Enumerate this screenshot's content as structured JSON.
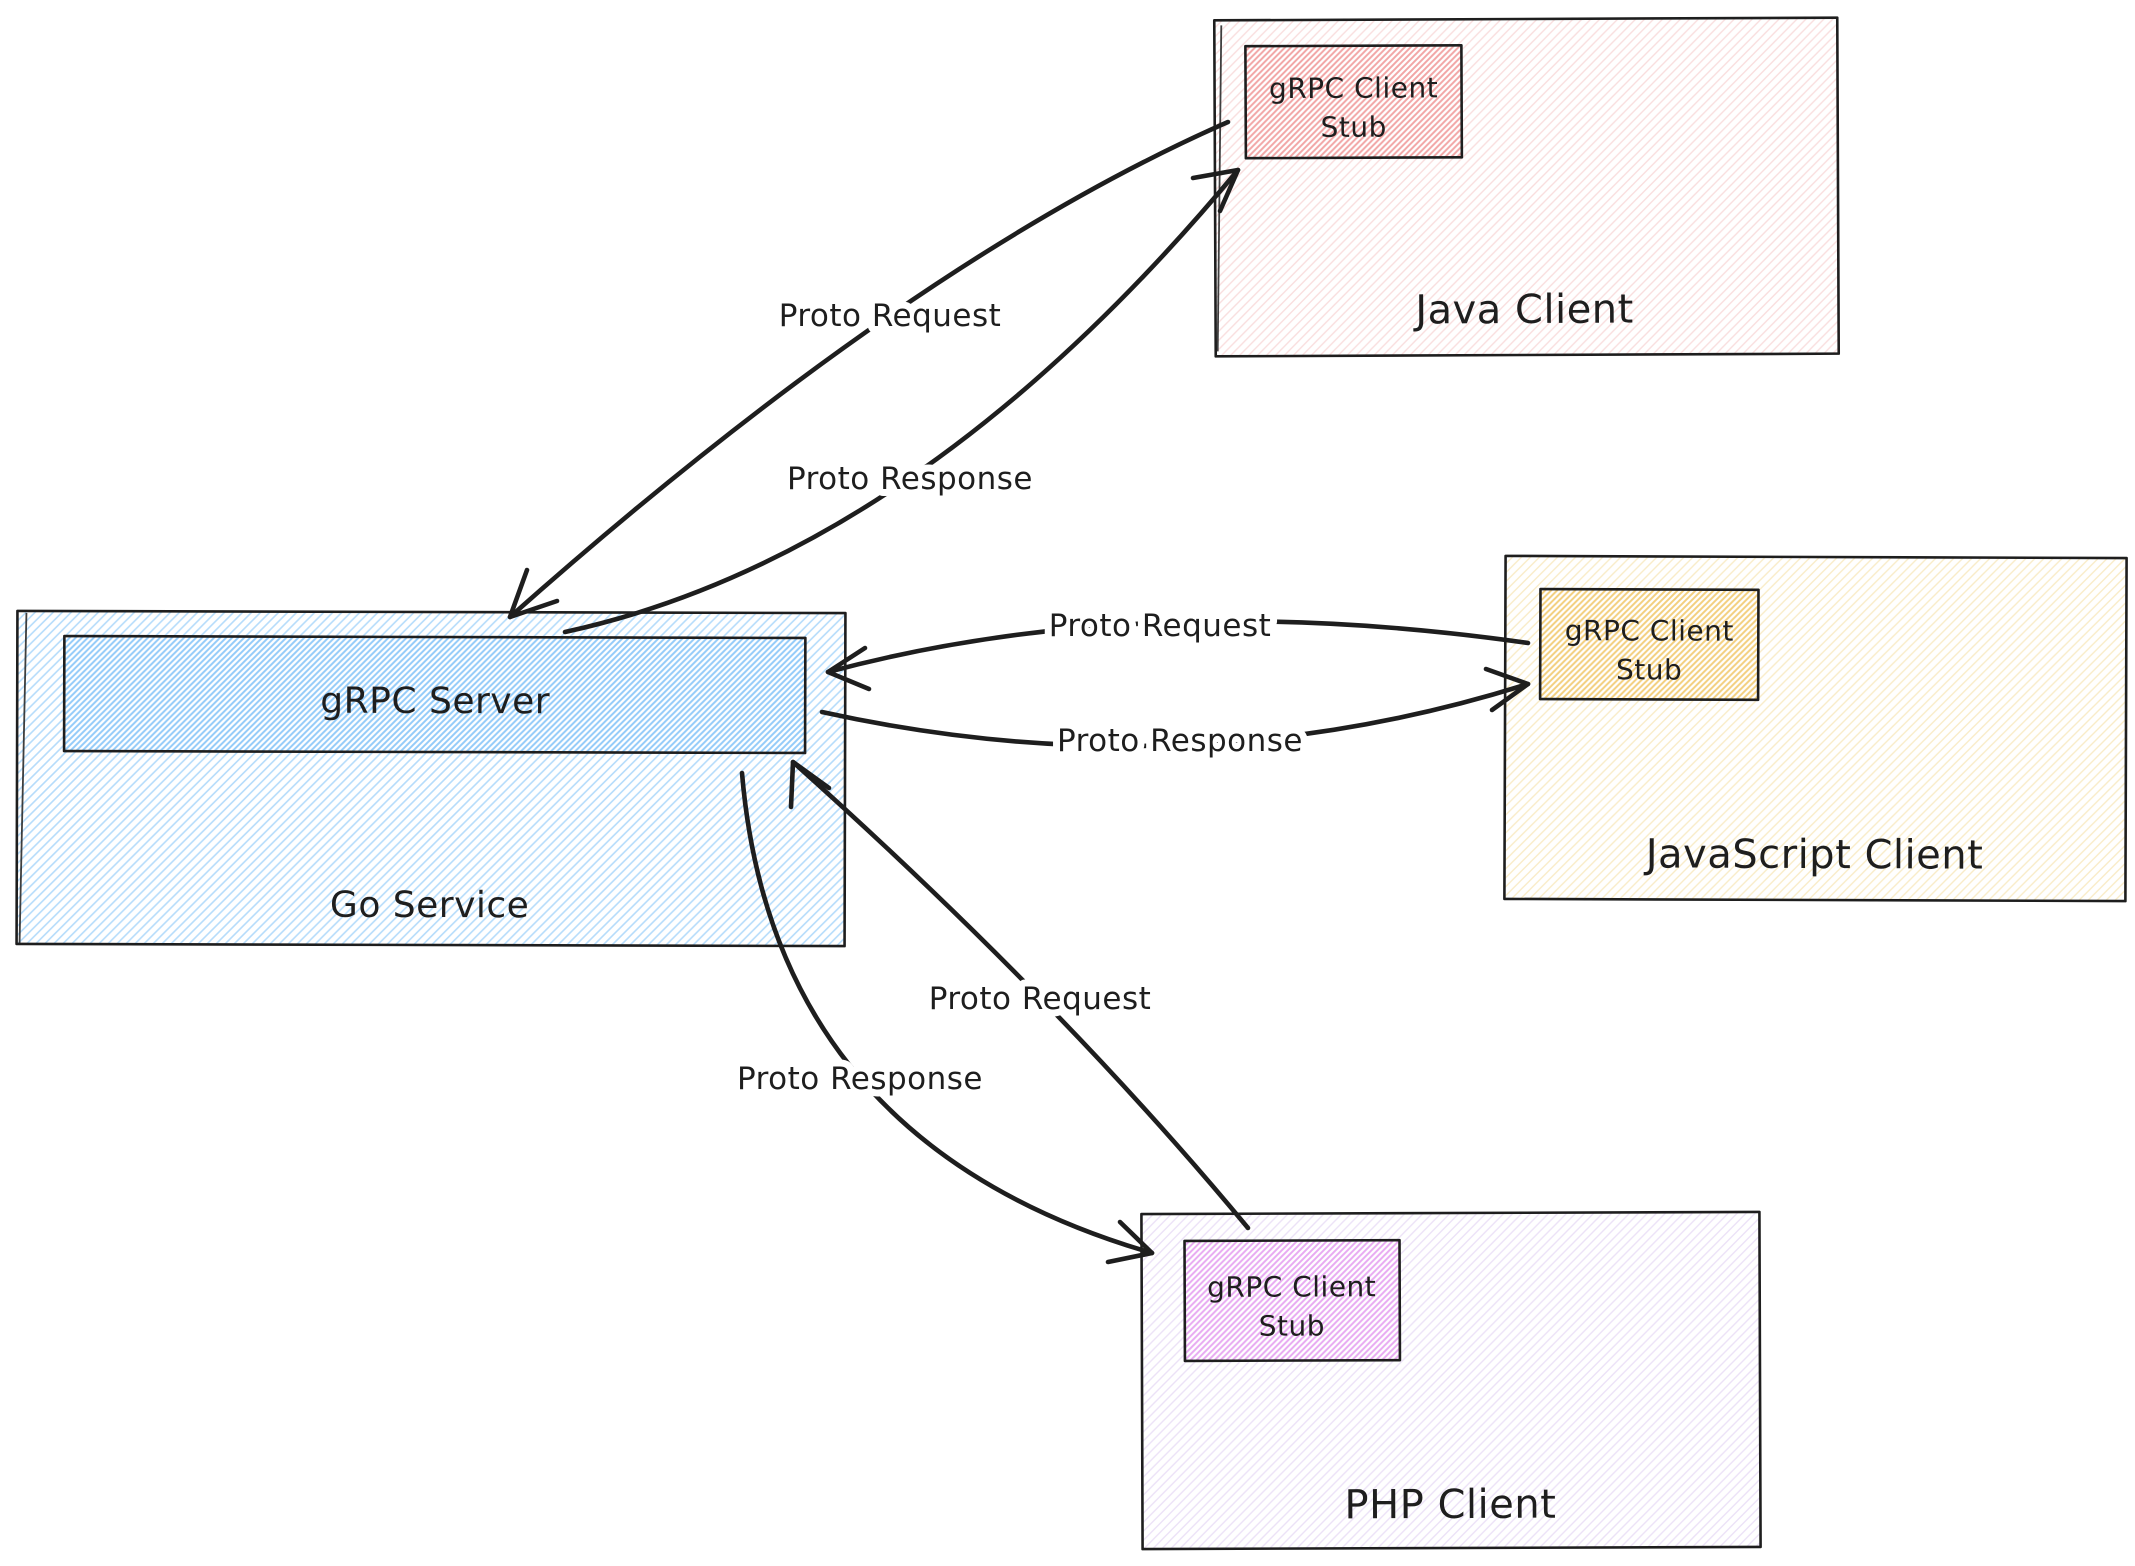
{
  "diagram": {
    "canvas_bg": "#ffffff",
    "ink": "#1e1e1e",
    "server": {
      "service_label": "Go Service",
      "server_label": "gRPC Server",
      "hatch_light": "#b5dcfb",
      "hatch_dense": "#93cbf9"
    },
    "clients": [
      {
        "label": "Java Client",
        "stub_lines": [
          "gRPC Client",
          "Stub"
        ],
        "hatch_light": "#f9dede",
        "hatch_dense": "#f2a6a6"
      },
      {
        "label": "JavaScript Client",
        "stub_lines": [
          "gRPC Client",
          "Stub"
        ],
        "hatch_light": "#f9ecc8",
        "hatch_dense": "#f3cf7e"
      },
      {
        "label": "PHP Client",
        "stub_lines": [
          "gRPC Client",
          "Stub"
        ],
        "hatch_light": "#ece2f7",
        "hatch_dense": "#e8aaf2"
      }
    ],
    "connections": [
      {
        "label": "Proto Request",
        "from": "Java Client stub",
        "to": "gRPC Server"
      },
      {
        "label": "Proto Response",
        "from": "gRPC Server",
        "to": "Java Client stub"
      },
      {
        "label": "Proto Request",
        "from": "JavaScript Client stub",
        "to": "gRPC Server"
      },
      {
        "label": "Proto Response",
        "from": "gRPC Server",
        "to": "JavaScript Client stub"
      },
      {
        "label": "Proto Request",
        "from": "PHP Client stub",
        "to": "gRPC Server"
      },
      {
        "label": "Proto Response",
        "from": "gRPC Server",
        "to": "PHP Client stub"
      }
    ]
  }
}
